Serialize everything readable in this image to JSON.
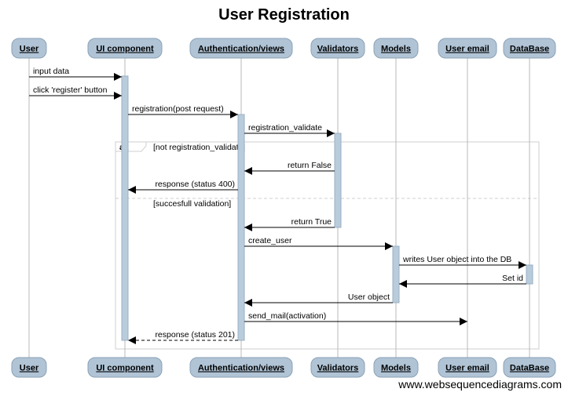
{
  "title": "User Registration",
  "watermark": "www.websequencediagrams.com",
  "colors": {
    "participant_fill": "#b0c4d6",
    "participant_stroke": "#8aa1b5",
    "activation_fill": "#b9ccdc",
    "lifeline": "#b8b8b8",
    "frame": "#cfcfcf",
    "arrow": "#000000"
  },
  "participants": [
    {
      "id": "user",
      "label": "User"
    },
    {
      "id": "ui",
      "label": "UI component"
    },
    {
      "id": "auth",
      "label": "Authentication/views"
    },
    {
      "id": "validators",
      "label": "Validators"
    },
    {
      "id": "models",
      "label": "Models"
    },
    {
      "id": "email",
      "label": "User email"
    },
    {
      "id": "db",
      "label": "DataBase"
    }
  ],
  "messages": [
    {
      "from": "user",
      "to": "ui",
      "label": "input data",
      "style": "solid"
    },
    {
      "from": "user",
      "to": "ui",
      "label": "click 'register' button",
      "style": "solid"
    },
    {
      "from": "ui",
      "to": "auth",
      "label": "registration(post request)",
      "style": "solid"
    },
    {
      "from": "auth",
      "to": "validators",
      "label": "registration_validate",
      "style": "solid"
    },
    {
      "from": "validators",
      "to": "auth",
      "label": "return False",
      "style": "solid"
    },
    {
      "from": "auth",
      "to": "ui",
      "label": "response (status 400)",
      "style": "solid"
    },
    {
      "from": "validators",
      "to": "auth",
      "label": "return True",
      "style": "solid"
    },
    {
      "from": "auth",
      "to": "models",
      "label": "create_user",
      "style": "solid"
    },
    {
      "from": "models",
      "to": "db",
      "label": "writes User object into the DB",
      "style": "solid"
    },
    {
      "from": "db",
      "to": "models",
      "label": "Set id",
      "style": "solid"
    },
    {
      "from": "models",
      "to": "auth",
      "label": "User object",
      "style": "solid"
    },
    {
      "from": "auth",
      "to": "email",
      "label": "send_mail(activation)",
      "style": "solid"
    },
    {
      "from": "auth",
      "to": "ui",
      "label": "response (status 201)",
      "style": "dashed"
    }
  ],
  "alt_fragment": {
    "keyword": "alt",
    "conditions": [
      "[not registration_validate]",
      "[succesfull validation]"
    ]
  }
}
